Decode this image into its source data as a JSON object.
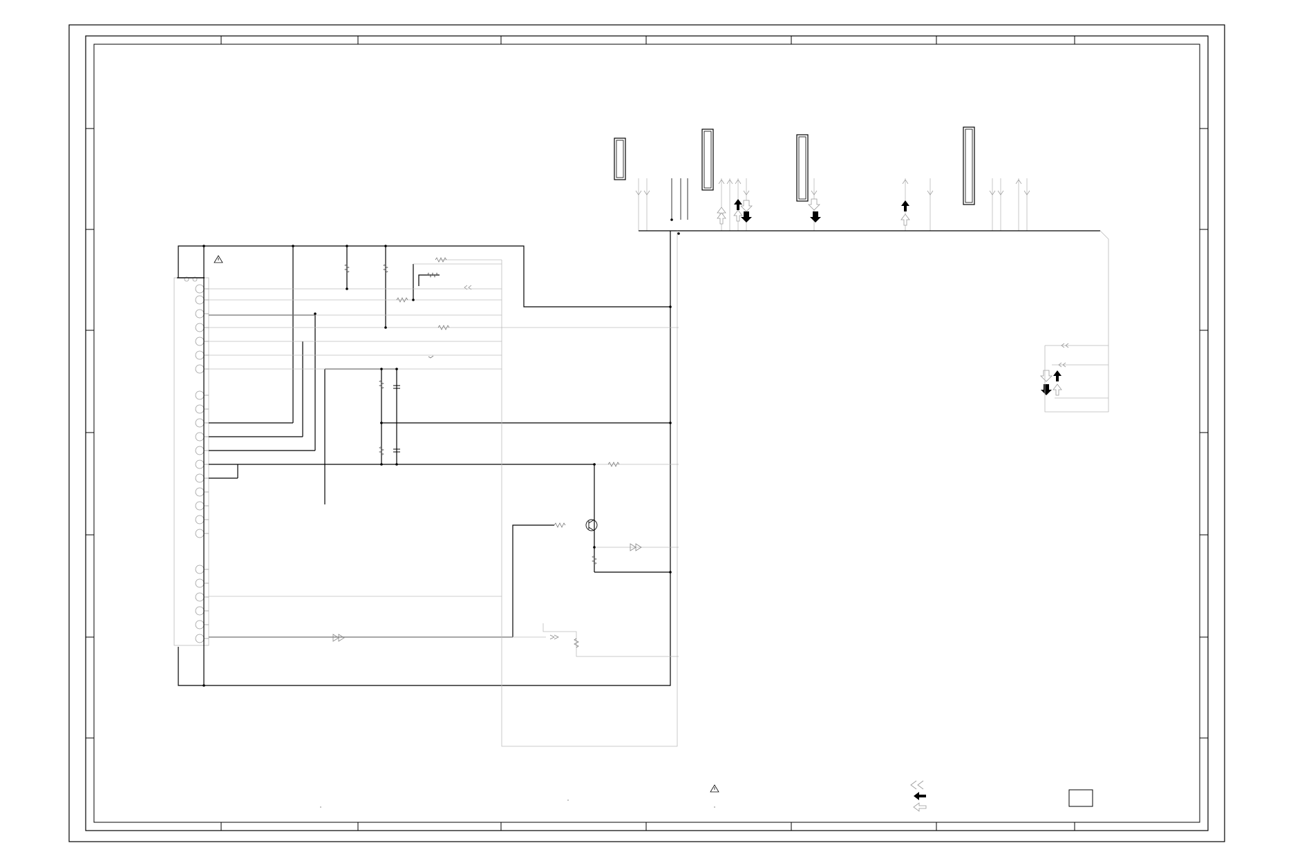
{
  "sheet": {
    "type": "schematic-diagram",
    "printed_text": []
  },
  "icons": {
    "caution": "warning-triangle-icon",
    "signal_flow": "double-chevron-arrow-icon",
    "flow_solid": "solid-block-arrow-icon",
    "flow_hollow": "hollow-block-arrow-icon",
    "pin": "pin-circle-icon",
    "resistor": "resistor-icon",
    "capacitor": "capacitor-icon",
    "transistor": "transistor-icon",
    "connector": "connector-block-icon",
    "title_block": "title-block-box-icon"
  },
  "colors": {
    "main_wiring": "#000000",
    "signal_wiring": "#b9b9b9",
    "background": "#ffffff"
  },
  "legend": {
    "items": [
      {
        "name": "signal-flow-chevron"
      },
      {
        "name": "solid-flow-arrow"
      },
      {
        "name": "hollow-flow-arrow"
      }
    ]
  }
}
